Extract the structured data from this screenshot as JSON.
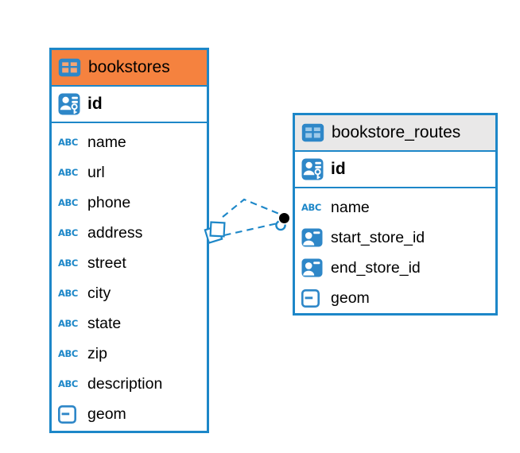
{
  "app": {
    "type": "database-er-diagram"
  },
  "colors": {
    "accent_blue": "#1d87c8",
    "bookstores_header": "#f5823f",
    "bookstore_routes_header": "#e9e8e8",
    "relation_dot": "#000000",
    "background": "#ffffff"
  },
  "icons": {
    "text_glyph": "ABC"
  },
  "tables": [
    {
      "title": "bookstores",
      "header_color": "#f5823f",
      "columns": [
        {
          "label": "id",
          "icon": "primary-key-icon"
        },
        {
          "label": "name",
          "icon": "text-icon"
        },
        {
          "label": "url",
          "icon": "text-icon"
        },
        {
          "label": "phone",
          "icon": "text-icon"
        },
        {
          "label": "address",
          "icon": "text-icon"
        },
        {
          "label": "street",
          "icon": "text-icon"
        },
        {
          "label": "city",
          "icon": "text-icon"
        },
        {
          "label": "state",
          "icon": "text-icon"
        },
        {
          "label": "zip",
          "icon": "text-icon"
        },
        {
          "label": "description",
          "icon": "text-icon"
        },
        {
          "label": "geom",
          "icon": "geometry-icon"
        }
      ]
    },
    {
      "title": "bookstore_routes",
      "header_color": "#e9e8e8",
      "columns": [
        {
          "label": "id",
          "icon": "primary-key-icon"
        },
        {
          "label": "name",
          "icon": "text-icon"
        },
        {
          "label": "start_store_id",
          "icon": "reference-icon"
        },
        {
          "label": "end_store_id",
          "icon": "reference-icon"
        },
        {
          "label": "geom",
          "icon": "geometry-icon"
        }
      ]
    }
  ],
  "relation": {
    "from_table": "bookstores",
    "to_table": "bookstore_routes",
    "line_style": "dashed",
    "line_count": 2,
    "color": "#1d87c8"
  }
}
